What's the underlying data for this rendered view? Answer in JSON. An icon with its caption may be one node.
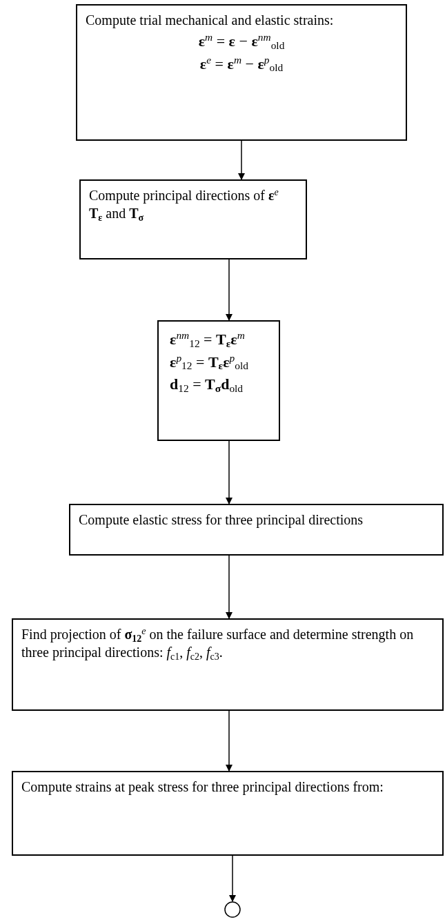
{
  "diagram": {
    "nodes": [
      {
        "text": [
          "Compute trial mechanical and elastic strains:",
          "**ε**$^{m}$ = **ε** − **ε**$^{nm}$$_{old}$",
          "**ε**$^{e}$ = **ε**$^{m}$ − **ε**$^{p}$$_{old}$"
        ]
      },
      {
        "text": [
          "Compute principal directions of **ε**$^{e}$",
          "**T$_{ε}$** and **T$_{σ}$**"
        ]
      },
      {
        "text": [
          "**ε**$^{nm}$$_{12}$ = **T$_{ε}$ε**$^{m}$",
          "**ε**$^{p}$$_{12}$ = **T$_{ε}$ε**$^{p}$$_{old}$",
          "**d**$_{12}$ = **T$_{σ}$d**$_{old}$"
        ]
      },
      {
        "text": [
          "Compute elastic stress for three principal directions"
        ]
      },
      {
        "text": [
          "Find projection of **σ$_{12}$**$^{e}$ on the failure surface and determine strength on three principal directions: *f*$_{c1}$, *f*$_{c2}$, *f*$_{c3}$."
        ]
      },
      {
        "text": [
          "Compute strains at peak stress for three principal directions from:"
        ]
      },
      {
        "text": [],
        "shape": "circle"
      }
    ],
    "edges": [
      {
        "from": 0,
        "to": 1,
        "arrow": "to"
      },
      {
        "from": 1,
        "to": 2,
        "arrow": "to"
      },
      {
        "from": 2,
        "to": 3,
        "arrow": "to"
      },
      {
        "from": 3,
        "to": 4,
        "arrow": "to"
      },
      {
        "from": 4,
        "to": 5,
        "arrow": "to"
      },
      {
        "from": 5,
        "to": 6,
        "arrow": "to"
      }
    ]
  }
}
